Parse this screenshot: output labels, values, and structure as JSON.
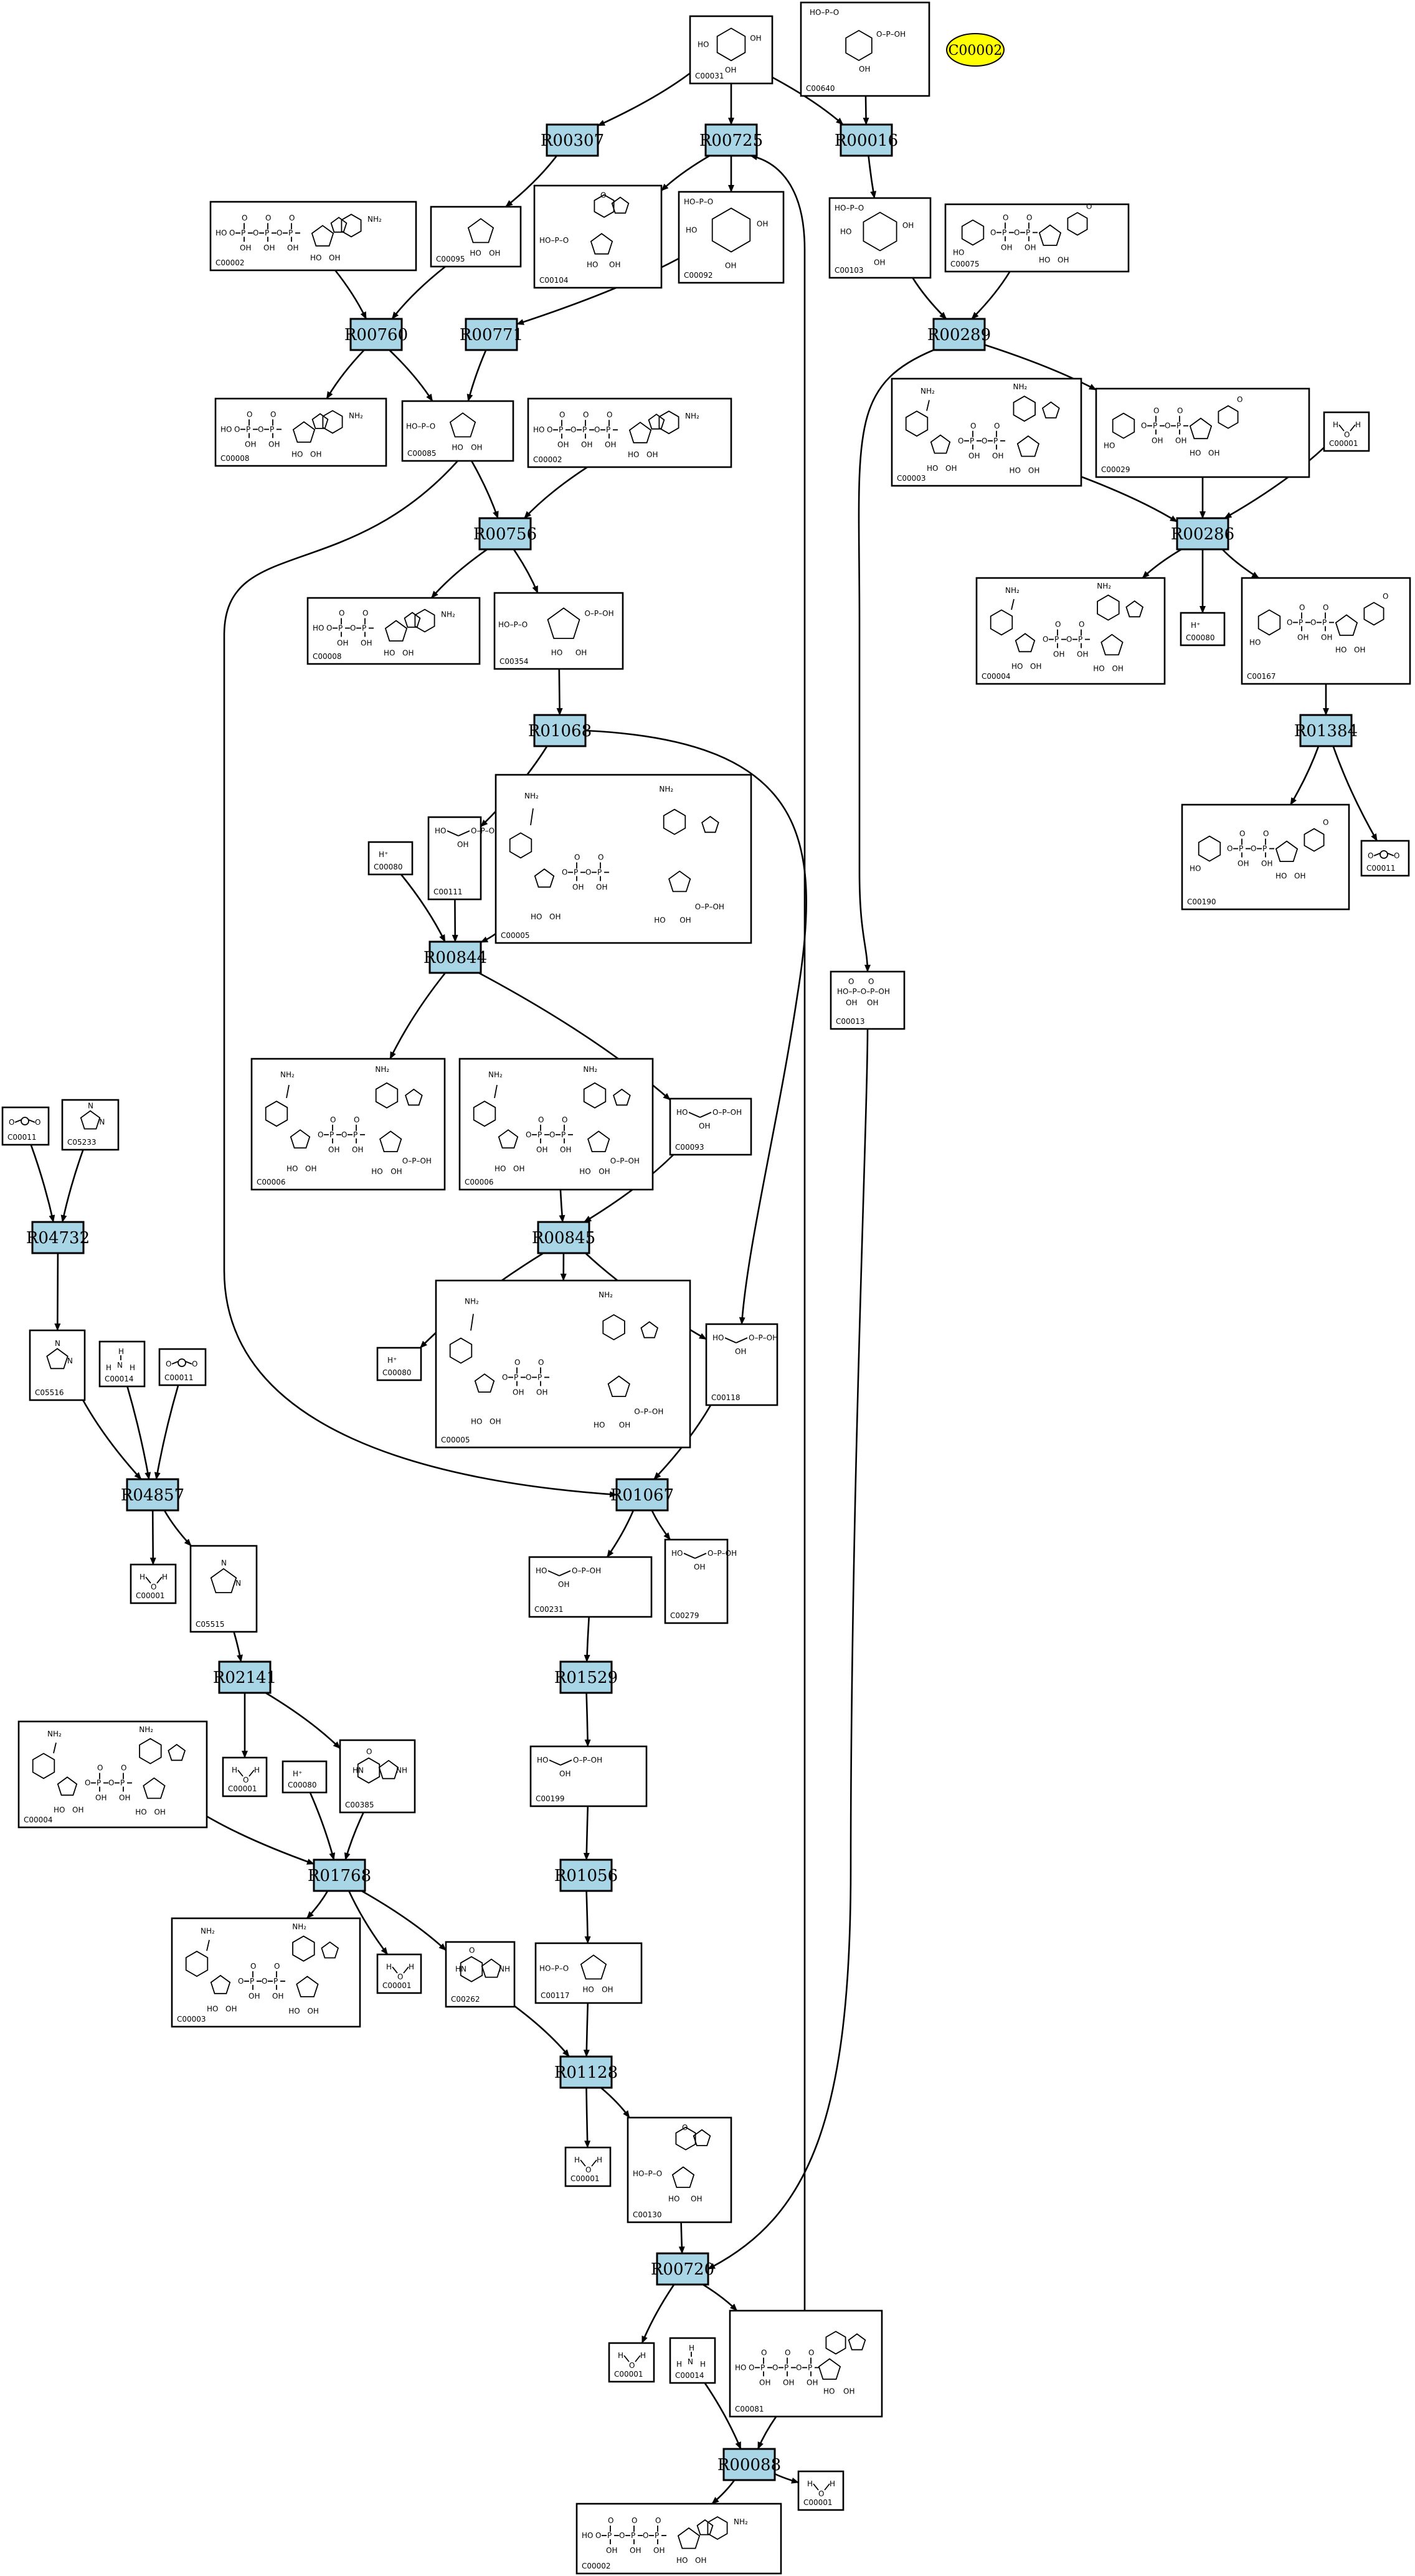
{
  "highlight": {
    "id": "C00002"
  },
  "reactions": [
    "R00307",
    "R00725",
    "R00016",
    "R00760",
    "R00771",
    "R00289",
    "R00756",
    "R00286",
    "R01068",
    "R01384",
    "R00844",
    "R00845",
    "R04732",
    "R04857",
    "R01067",
    "R02141",
    "R01529",
    "R01768",
    "R01056",
    "R01128",
    "R00720",
    "R00088"
  ],
  "compounds": {
    "C00031": {
      "label": "C00031",
      "mol": "hexose"
    },
    "C00640": {
      "label": "C00640",
      "mol": "sugar-bisphosphate"
    },
    "C00002_a": {
      "label": "C00002",
      "mol": "atp"
    },
    "C00095": {
      "label": "C00095",
      "mol": "furanose"
    },
    "C00104": {
      "label": "C00104",
      "mol": "nucleotide"
    },
    "C00092": {
      "label": "C00092",
      "mol": "hexose-phosphate"
    },
    "C00103": {
      "label": "C00103",
      "mol": "hexose-phosphate"
    },
    "C00075": {
      "label": "C00075",
      "mol": "udp-sugar"
    },
    "C00008_a": {
      "label": "C00008",
      "mol": "adp"
    },
    "C00085": {
      "label": "C00085",
      "mol": "furanose-phosphate"
    },
    "C00002_b": {
      "label": "C00002",
      "mol": "atp"
    },
    "C00003_a": {
      "label": "C00003",
      "mol": "nad"
    },
    "C00029": {
      "label": "C00029",
      "mol": "udp-sugar"
    },
    "C00001_a": {
      "label": "C00001",
      "mol": "water"
    },
    "C00008_b": {
      "label": "C00008",
      "mol": "adp"
    },
    "C00354": {
      "label": "C00354",
      "mol": "furanose-bisphosphate"
    },
    "C00004_a": {
      "label": "C00004",
      "mol": "nadh"
    },
    "C00080_a": {
      "label": "C00080",
      "mol": "proton"
    },
    "C00167": {
      "label": "C00167",
      "mol": "udp-sugar"
    },
    "C00080_b": {
      "label": "C00080",
      "mol": "proton"
    },
    "C00111": {
      "label": "C00111",
      "mol": "triose-phosphate"
    },
    "C00005_a": {
      "label": "C00005",
      "mol": "nadph"
    },
    "C00190": {
      "label": "C00190",
      "mol": "udp-sugar"
    },
    "C00011_a": {
      "label": "C00011",
      "mol": "co2"
    },
    "C00013": {
      "label": "C00013",
      "mol": "pyrophosphate"
    },
    "C00006_a": {
      "label": "C00006",
      "mol": "nadp"
    },
    "C00006_b": {
      "label": "C00006",
      "mol": "nadp"
    },
    "C00093": {
      "label": "C00093",
      "mol": "triose-phosphate"
    },
    "C00011_b": {
      "label": "C00011",
      "mol": "co2"
    },
    "C05233": {
      "label": "C05233",
      "mol": "imidazole"
    },
    "C00080_c": {
      "label": "C00080",
      "mol": "proton"
    },
    "C00005_b": {
      "label": "C00005",
      "mol": "nadph"
    },
    "C00118": {
      "label": "C00118",
      "mol": "triose-phosphate"
    },
    "C05516": {
      "label": "C05516",
      "mol": "imidazole"
    },
    "C00014_a": {
      "label": "C00014",
      "mol": "ammonia"
    },
    "C00011_c": {
      "label": "C00011",
      "mol": "co2"
    },
    "C00001_b": {
      "label": "C00001",
      "mol": "water"
    },
    "C05515": {
      "label": "C05515",
      "mol": "imidazole"
    },
    "C00231": {
      "label": "C00231",
      "mol": "chain-phosphate"
    },
    "C00279": {
      "label": "C00279",
      "mol": "triose-phosphate"
    },
    "C00004_b": {
      "label": "C00004",
      "mol": "nadh"
    },
    "C00001_c": {
      "label": "C00001",
      "mol": "water"
    },
    "C00080_d": {
      "label": "C00080",
      "mol": "proton"
    },
    "C00385": {
      "label": "C00385",
      "mol": "purine"
    },
    "C00199": {
      "label": "C00199",
      "mol": "chain-phosphate"
    },
    "C00003_b": {
      "label": "C00003",
      "mol": "nad"
    },
    "C00001_d": {
      "label": "C00001",
      "mol": "water"
    },
    "C00262": {
      "label": "C00262",
      "mol": "purine"
    },
    "C00117": {
      "label": "C00117",
      "mol": "furanose-phosphate"
    },
    "C00001_e": {
      "label": "C00001",
      "mol": "water"
    },
    "C00130": {
      "label": "C00130",
      "mol": "nucleotide"
    },
    "C00001_f": {
      "label": "C00001",
      "mol": "water"
    },
    "C00014_b": {
      "label": "C00014",
      "mol": "ammonia"
    },
    "C00081": {
      "label": "C00081",
      "mol": "nucleotide-triphosphate"
    },
    "C00002_c": {
      "label": "C00002",
      "mol": "atp"
    },
    "C00001_g": {
      "label": "C00001",
      "mol": "water"
    }
  }
}
